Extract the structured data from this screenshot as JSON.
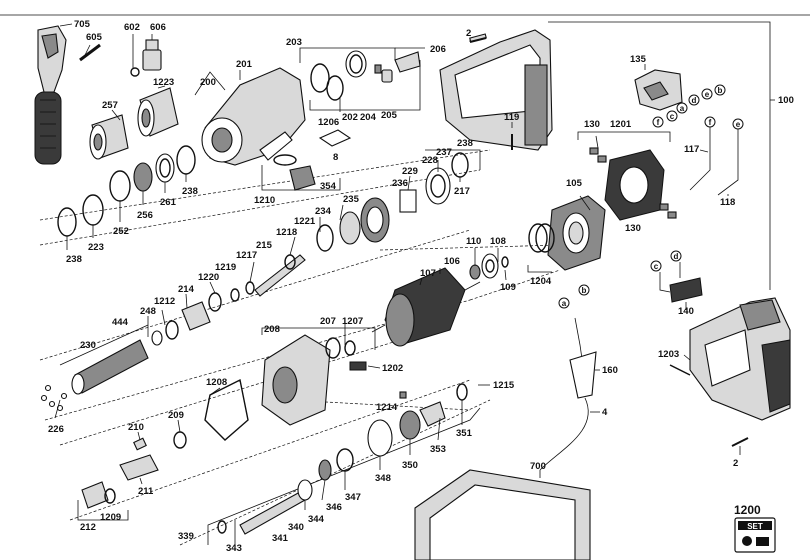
{
  "diagram": {
    "set_code": "1200",
    "set_badge": "SET",
    "labels": {
      "p705": "705",
      "p605": "605",
      "p602": "602",
      "p606": "606",
      "p1223": "1223",
      "p257": "257",
      "p200": "200",
      "p201": "201",
      "p203": "203",
      "p206": "206",
      "p1206": "1206",
      "p202": "202",
      "p204": "204",
      "p205": "205",
      "p8": "8",
      "p354": "354",
      "p1210": "1210",
      "p238a": "238",
      "p238b": "238",
      "p238c": "238",
      "p223": "223",
      "p252": "252",
      "p256": "256",
      "p261": "261",
      "p237": "237",
      "p229": "229",
      "p228": "228",
      "p236": "236",
      "p217": "217",
      "p235": "235",
      "p234": "234",
      "p1221": "1221",
      "p1218": "1218",
      "p215": "215",
      "p1217": "1217",
      "p1219": "1219",
      "p1220": "1220",
      "p214": "214",
      "p1212": "1212",
      "p248": "248",
      "p444": "444",
      "p230": "230",
      "p226": "226",
      "p208": "208",
      "p207": "207",
      "p1207": "1207",
      "p1202": "1202",
      "p1208": "1208",
      "p209": "209",
      "p210": "210",
      "p211": "211",
      "p212": "212",
      "p1209": "1209",
      "p339": "339",
      "p343": "343",
      "p341": "341",
      "p340": "340",
      "p344": "344",
      "p346": "346",
      "p347": "347",
      "p348": "348",
      "p350": "350",
      "p353": "353",
      "p351": "351",
      "p1214": "1214",
      "p1215": "1215",
      "p2a": "2",
      "p2b": "2",
      "p119": "119",
      "p135": "135",
      "p1201": "1201",
      "p130a": "130",
      "p130b": "130",
      "p117": "117",
      "p118": "118",
      "p105": "105",
      "p100": "100",
      "p110": "110",
      "p108": "108",
      "p1204": "1204",
      "p109": "109",
      "p107": "107",
      "p106": "106",
      "p140": "140",
      "p1203": "1203",
      "p160": "160",
      "p4": "4",
      "p700": "700"
    },
    "letters": {
      "a": "a",
      "b": "b",
      "c": "c",
      "d": "d",
      "e": "e",
      "f": "f"
    }
  }
}
